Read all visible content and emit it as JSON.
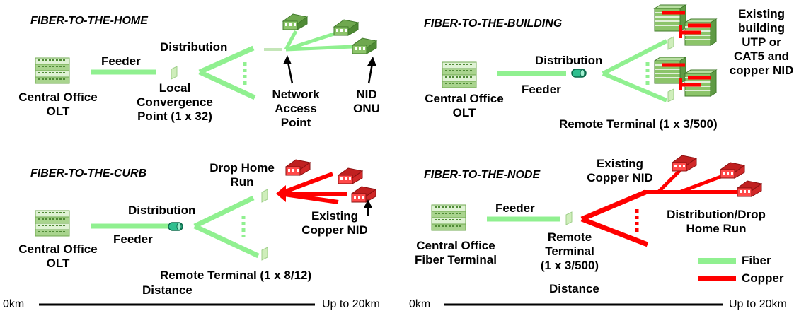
{
  "colors": {
    "fiber": "#90f090",
    "copper": "#ff0000",
    "building_green": "#6fa84f",
    "house_red": "#e53a3a",
    "axis": "#000000"
  },
  "panels": {
    "ftth": {
      "title": "FIBER-TO-THE-HOME",
      "central_office": [
        "Central Office",
        "OLT"
      ],
      "feeder": "Feeder",
      "distribution": "Distribution",
      "convergence": [
        "Local",
        "Convergence",
        "Point (1 x 32)"
      ],
      "access_point": [
        "Network",
        "Access",
        "Point"
      ],
      "nid": [
        "NID",
        "ONU"
      ]
    },
    "fttb": {
      "title": "FIBER-TO-THE-BUILDING",
      "central_office": [
        "Central Office",
        "OLT"
      ],
      "feeder": "Feeder",
      "distribution": "Distribution",
      "existing": [
        "Existing",
        "building",
        "UTP or",
        "CAT5 and",
        "copper NID"
      ],
      "remote_terminal": "Remote Terminal (1 x 3/500)"
    },
    "fttc": {
      "title": "FIBER-TO-THE-CURB",
      "central_office": [
        "Central Office",
        "OLT"
      ],
      "feeder": "Feeder",
      "distribution": "Distribution",
      "drop": [
        "Drop Home",
        "Run"
      ],
      "existing": [
        "Existing",
        "Copper NID"
      ],
      "remote_terminal": "Remote Terminal (1 x 8/12)",
      "distance": "Distance",
      "axis_start": "0km",
      "axis_end": "Up to 20km"
    },
    "fttn": {
      "title": "FIBER-TO-THE-NODE",
      "central_office": [
        "Central Office",
        "Fiber Terminal"
      ],
      "feeder": "Feeder",
      "existing": [
        "Existing",
        "Copper NID"
      ],
      "remote_terminal": [
        "Remote",
        "Terminal",
        "(1 x 3/500)"
      ],
      "distribution": [
        "Distribution/Drop",
        "Home Run"
      ],
      "distance": "Distance",
      "axis_start": "0km",
      "axis_end": "Up to 20km"
    }
  },
  "legend": {
    "fiber": "Fiber",
    "copper": "Copper"
  }
}
